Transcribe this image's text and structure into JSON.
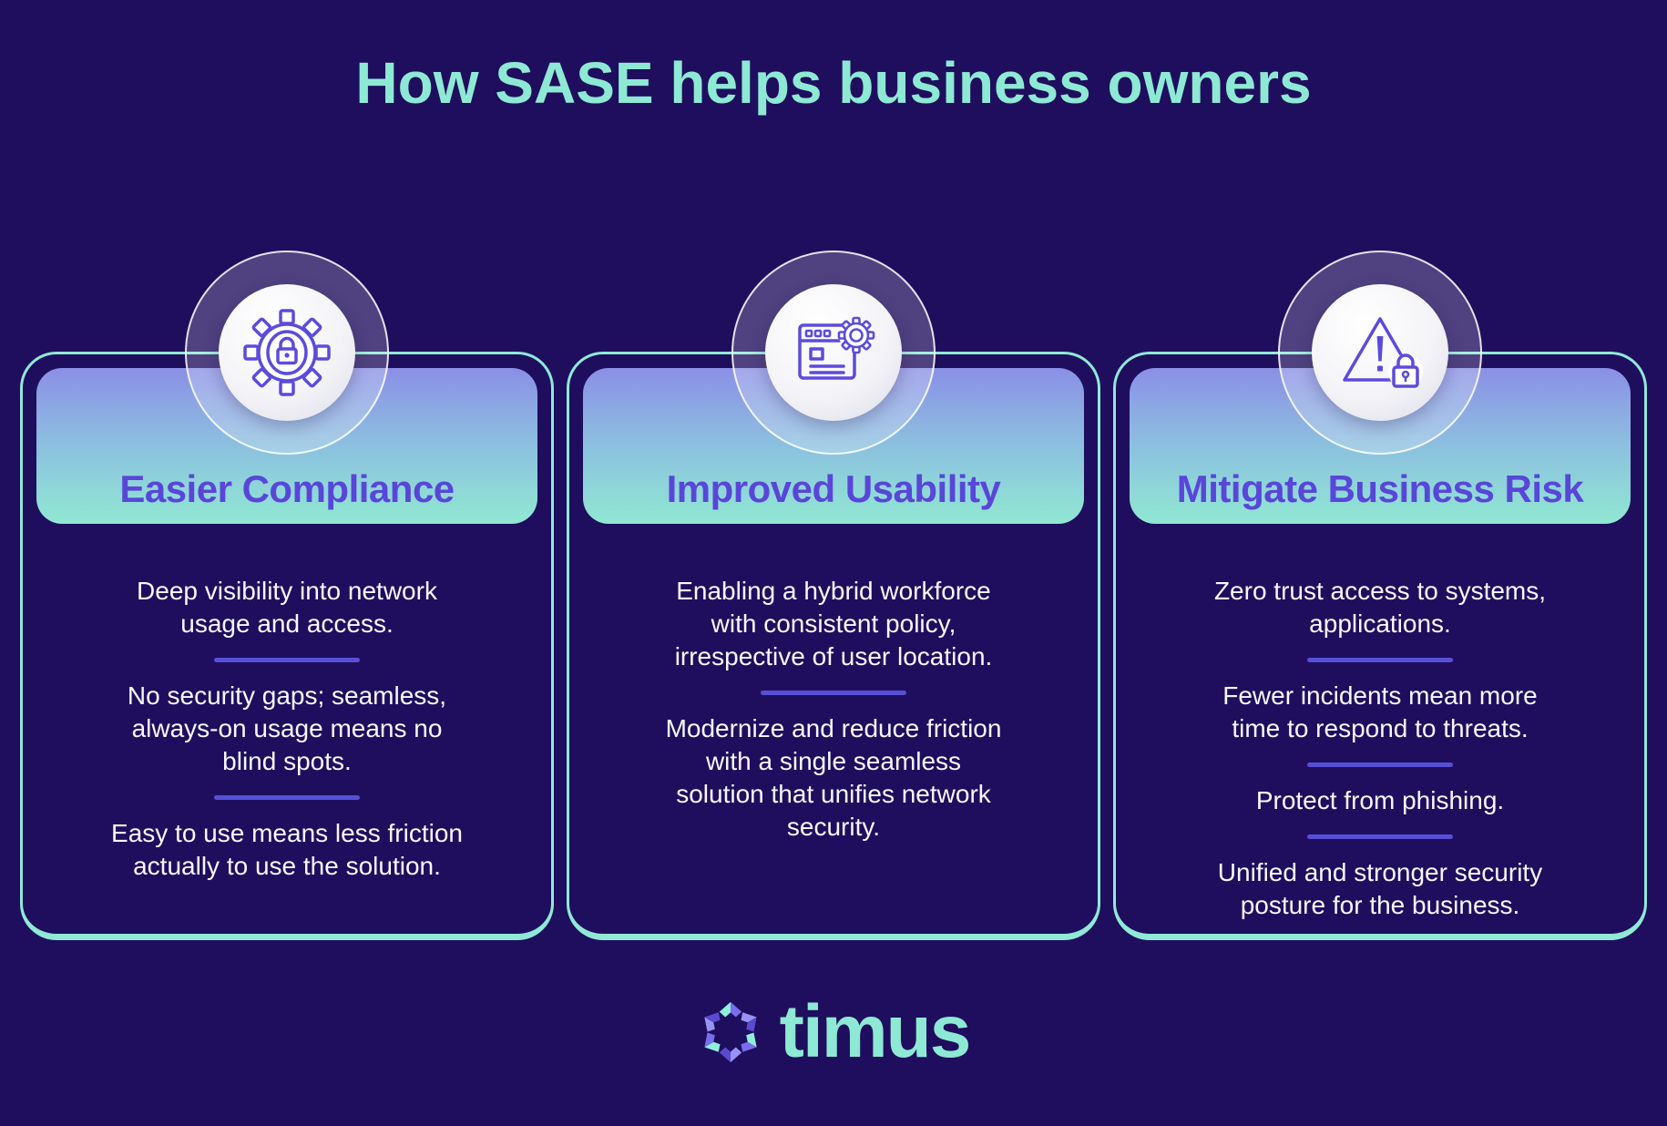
{
  "page": {
    "title": "How SASE helps business owners"
  },
  "cards": [
    {
      "id": "easier-compliance",
      "icon": "gear-lock-icon",
      "title": "Easier Compliance",
      "paragraphs": [
        "Deep visibility into network\nusage and access.",
        "No security gaps; seamless,\nalways-on usage means no\nblind spots.",
        "Easy to use means less friction\nactually to use the solution."
      ]
    },
    {
      "id": "improved-usability",
      "icon": "browser-settings-icon",
      "title": "Improved Usability",
      "paragraphs": [
        "Enabling a hybrid workforce\nwith consistent policy,\nirrespective of user location.",
        "Modernize and reduce friction\nwith a single seamless\nsolution that unifies network\nsecurity."
      ]
    },
    {
      "id": "mitigate-business-risk",
      "icon": "warning-lock-icon",
      "title": "Mitigate Business Risk",
      "paragraphs": [
        "Zero trust access to systems,\napplications.",
        "Fewer incidents mean more\ntime to respond to threats.",
        "Protect from phishing.",
        "Unified and stronger security\nposture for the business."
      ]
    }
  ],
  "footer": {
    "logo_text": "timus"
  },
  "colors": {
    "background": "#1F0E5E",
    "mint": "#8DE9D4",
    "card-border": "#8FE9D6",
    "header-grad-top": "#8B8FE6",
    "header-grad-mid": "#8CC2DF",
    "header-grad-bottom": "#90E8D2",
    "heading-purple": "#5946D9",
    "divider-purple": "#5750D7",
    "body-text": "#F8F8FE",
    "icon-stroke": "#5C4BDB",
    "logo-mint": "#8FEEDA",
    "logo-mint-shade": "#7A6CEC",
    "logo-periwinkle": "#9693F4",
    "logo-periwinkle-shade": "#5A4ACF"
  }
}
